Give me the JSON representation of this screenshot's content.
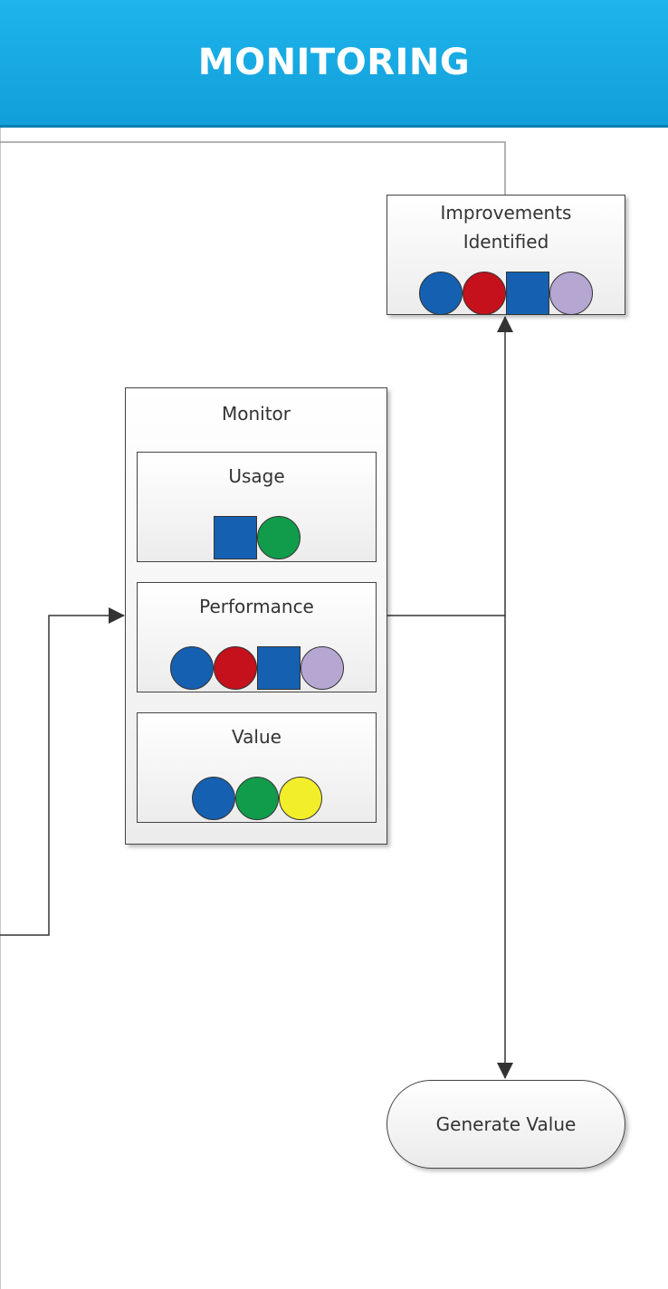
{
  "header": {
    "title": "MONITORING"
  },
  "improvements": {
    "line1": "Improvements",
    "line2": "Identified",
    "shapes": [
      "blue-circle",
      "red-circle",
      "blue-square",
      "lavender-circle"
    ]
  },
  "monitor": {
    "title": "Monitor",
    "usage": {
      "label": "Usage",
      "shapes": [
        "blue-square",
        "green-circle"
      ]
    },
    "performance": {
      "label": "Performance",
      "shapes": [
        "blue-circle",
        "red-circle",
        "blue-square",
        "lavender-circle"
      ]
    },
    "value": {
      "label": "Value",
      "shapes": [
        "blue-circle",
        "green-circle",
        "yellow-circle"
      ]
    }
  },
  "generate": {
    "label": "Generate Value"
  },
  "colors": {
    "header": "#1eb4ec",
    "blue": "#1560b0",
    "red": "#c4111b",
    "green": "#119c4c",
    "yellow": "#f3ee2a",
    "lavender": "#b5a6d2"
  }
}
